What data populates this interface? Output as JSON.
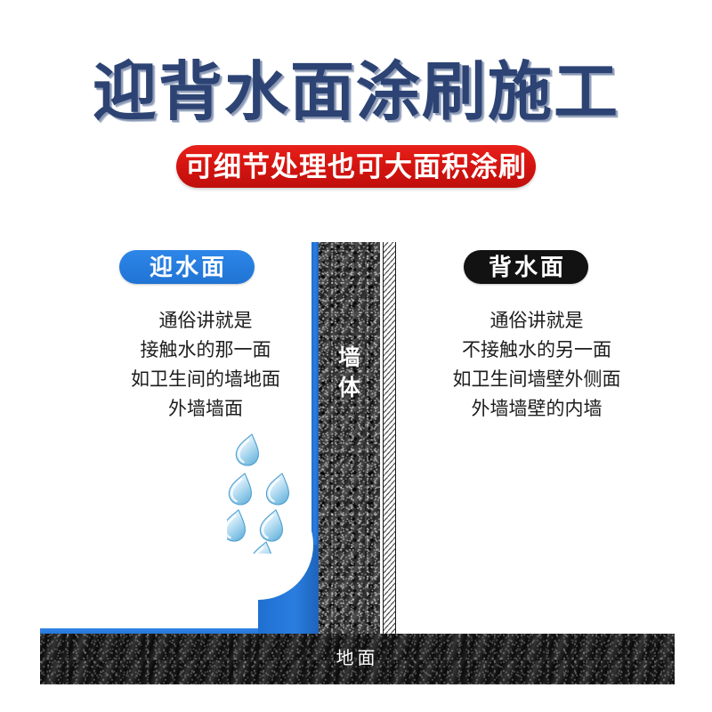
{
  "header": {
    "title": "迎背水面涂刷施工",
    "badge": "可细节处理也可大面积涂刷",
    "title_color": "#2c4373",
    "badge_color": "#d51410"
  },
  "left_panel": {
    "pill_label": "迎水面",
    "pill_color": "#2074d4",
    "lines": [
      "通俗讲就是",
      "接触水的那一面",
      "如卫生间的墙地面",
      "外墙墙面"
    ],
    "droplet_count": 6,
    "droplet_color": "#9fd4ee"
  },
  "right_panel": {
    "pill_label": "背水面",
    "pill_color": "#121212",
    "lines": [
      "通俗讲就是",
      "不接触水的另一面",
      "如卫生间墙壁外侧面",
      "外墙墙壁的内墙"
    ]
  },
  "illustration": {
    "wall_label_chars": [
      "墙",
      "体"
    ],
    "wall_label": "墙体",
    "floor_label": "地面",
    "coating_color": "#2a7ee0",
    "wall_color": "#2b2b2b",
    "floor_color": "#131313",
    "plaster_color": "#f5f5f5"
  }
}
